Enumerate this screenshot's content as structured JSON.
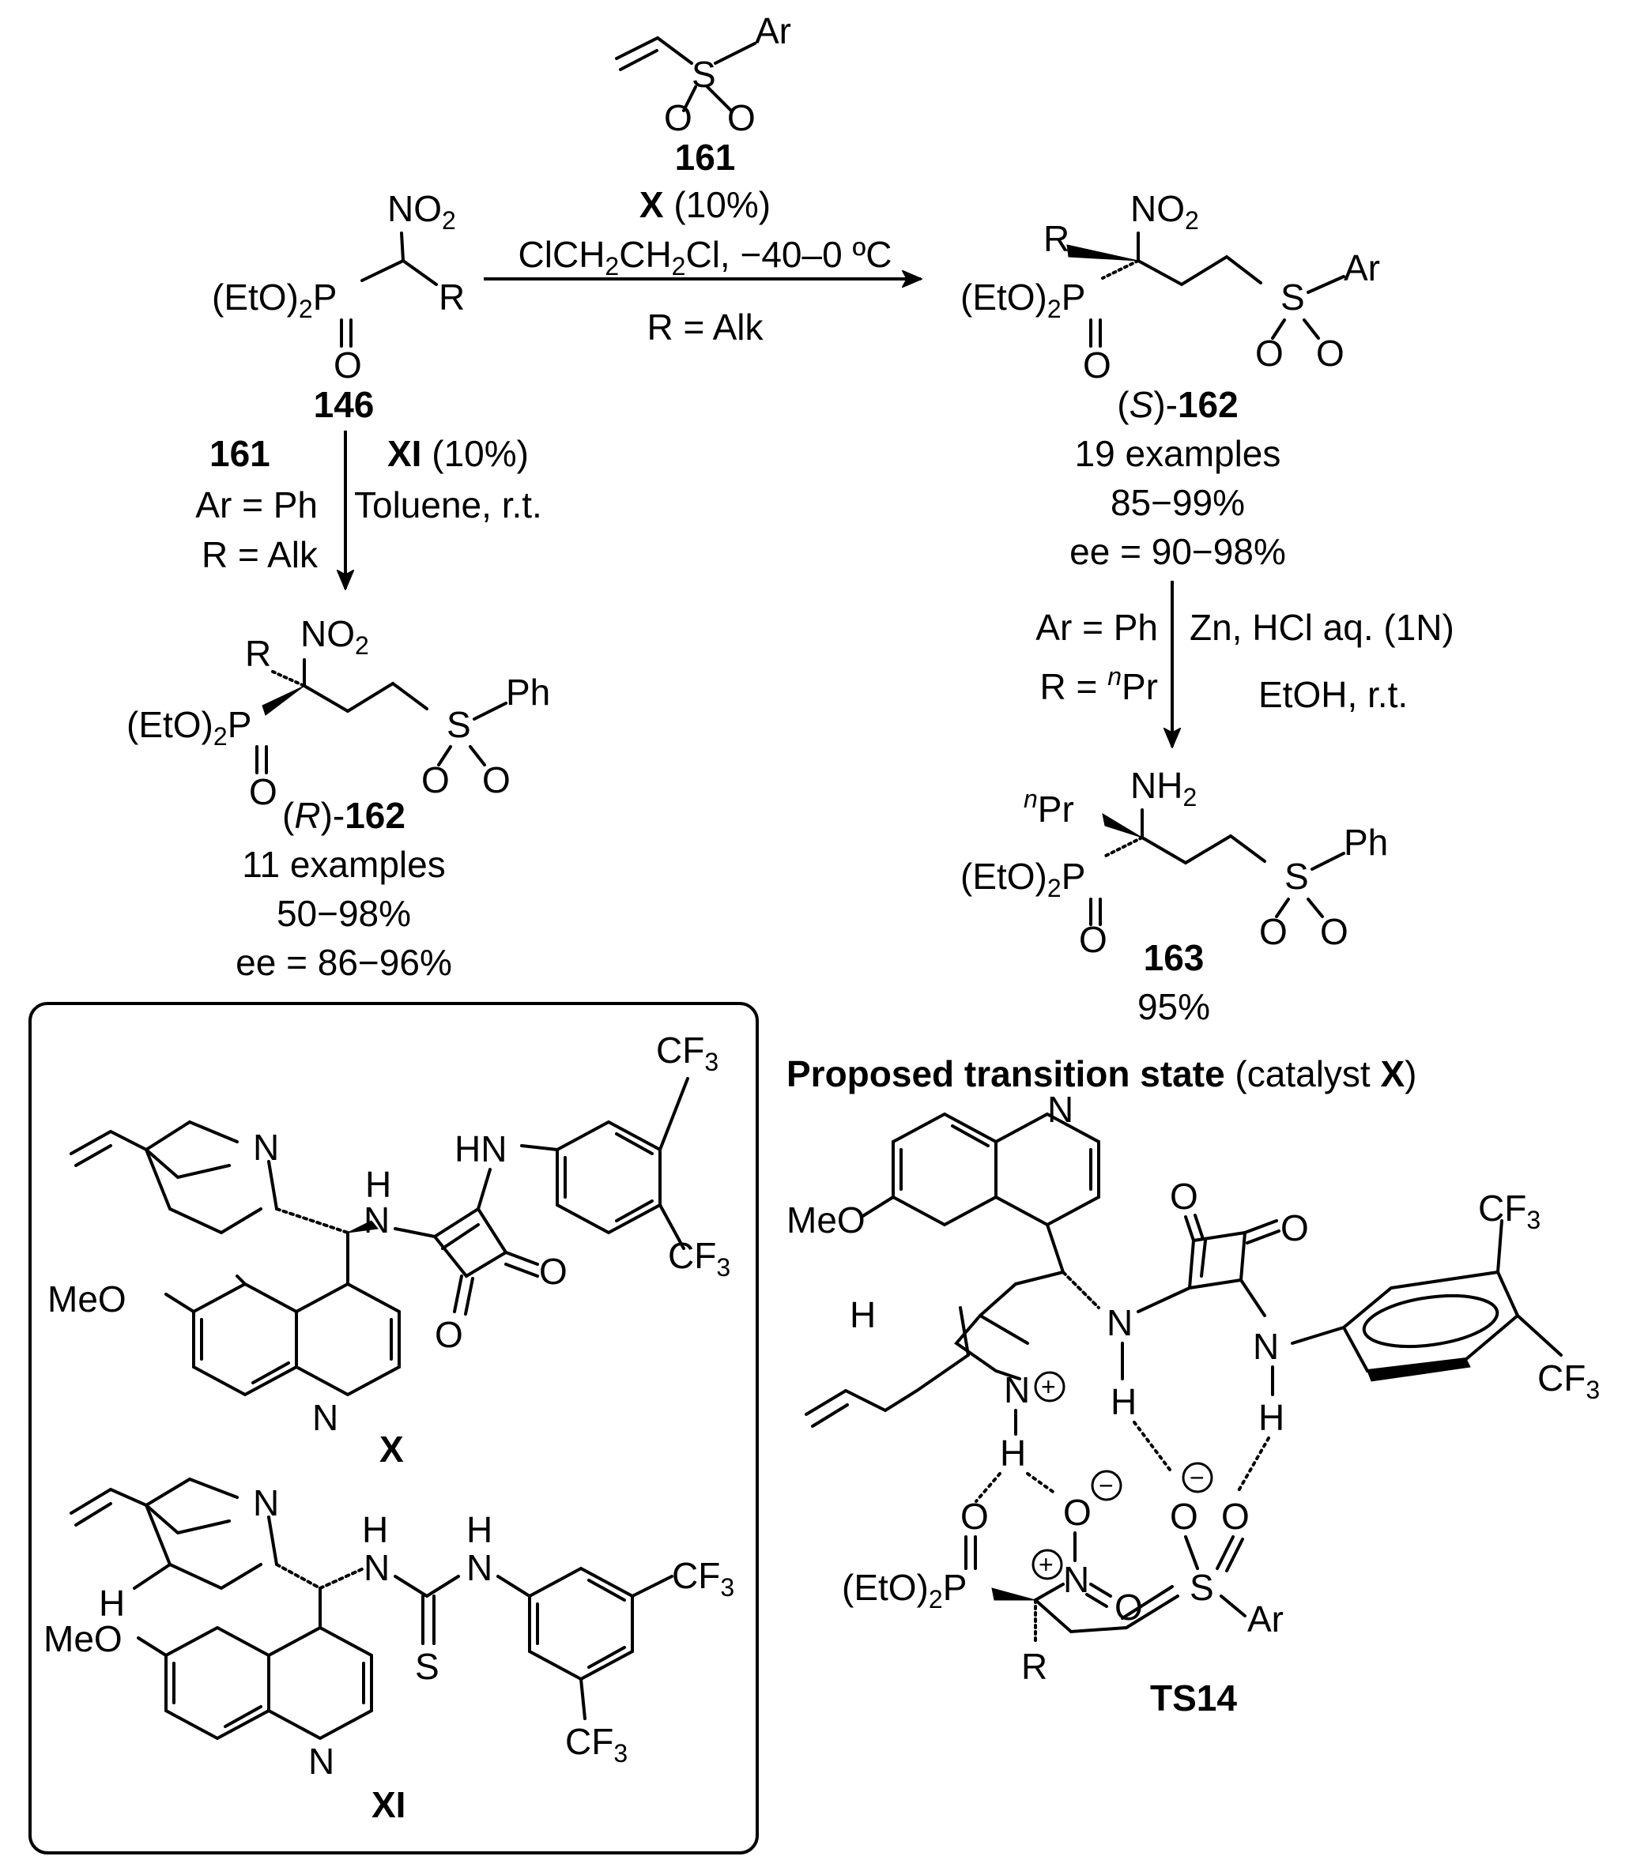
{
  "reagent_161": {
    "aryl": "Ar",
    "sulfur": "S",
    "oxygen": "O",
    "label": "161"
  },
  "top_arrow": {
    "catalyst": "X",
    "catalyst_loading": "(10%)",
    "solvent": "ClCH",
    "solvent_sub1": "2",
    "solvent_mid": "CH",
    "solvent_sub2": "2",
    "solvent_end": "Cl, −40–0 ºC",
    "condition": "R = Alk"
  },
  "compound_146": {
    "nitro": "NO",
    "nitro_sub": "2",
    "phosphonate": "(EtO)",
    "phosphonate_sub": "2",
    "phosphonate_p": "P",
    "r_group": "R",
    "oxygen": "O",
    "label": "146"
  },
  "left_arrow": {
    "reagent": "161",
    "ar_condition": "Ar = Ph",
    "r_condition": "R = Alk",
    "catalyst": "XI",
    "catalyst_loading": "(10%)",
    "solvent": "Toluene, r.t."
  },
  "product_S162": {
    "nitro": "NO",
    "nitro_sub": "2",
    "r_group": "R",
    "phosphonate": "(EtO)",
    "phosphonate_sub": "2",
    "phosphonate_p": "P",
    "oxygen": "O",
    "sulfur": "S",
    "aryl": "Ar",
    "label_stereo": "S",
    "label": "162",
    "examples": "19 examples",
    "yield": "85−99%",
    "ee": "ee = 90−98%"
  },
  "right_arrow": {
    "ar_condition": "Ar = Ph",
    "r_prefix": "R = ",
    "r_sup": "n",
    "r_suffix": "Pr",
    "reagent": "Zn, HCl aq. (1N)",
    "solvent": "EtOH, r.t."
  },
  "product_R162": {
    "nitro": "NO",
    "nitro_sub": "2",
    "r_group": "R",
    "phosphonate": "(EtO)",
    "phosphonate_sub": "2",
    "phosphonate_p": "P",
    "oxygen": "O",
    "sulfur": "S",
    "aryl": "Ph",
    "label_stereo": "R",
    "label": "162",
    "examples": "11 examples",
    "yield": "50−98%",
    "ee": "ee = 86−96%"
  },
  "product_163": {
    "amine": "NH",
    "amine_sub": "2",
    "propyl_sup": "n",
    "propyl": "Pr",
    "phosphonate": "(EtO)",
    "phosphonate_sub": "2",
    "phosphonate_p": "P",
    "oxygen": "O",
    "sulfur": "S",
    "aryl": "Ph",
    "label": "163",
    "yield": "95%"
  },
  "catalyst_X": {
    "label": "X",
    "n_quinuclidine": "N",
    "nh": "N",
    "h": "H",
    "hn": "HN",
    "cf3": "CF",
    "cf3_sub": "3",
    "oxygen": "O",
    "methoxy": "MeO",
    "n_quinoline": "N"
  },
  "catalyst_XI": {
    "label": "XI",
    "n_quinuclidine": "N",
    "h_bridge": "H",
    "nh": "N",
    "h": "H",
    "sulfur": "S",
    "cf3": "CF",
    "cf3_sub": "3",
    "methoxy": "MeO",
    "n_quinoline": "N"
  },
  "transition_state": {
    "heading_bold": "Proposed transition state",
    "heading_plain": " (catalyst ",
    "heading_catalyst": "X",
    "heading_close": ")",
    "n_quinoline": "N",
    "methoxy": "MeO",
    "oxygen": "O",
    "cf3": "CF",
    "cf3_sub": "3",
    "h": "H",
    "n": "N",
    "plus": "+",
    "minus": "−",
    "phosphonate": "(EtO)",
    "phosphonate_sub": "2",
    "phosphonate_p": "P",
    "sulfur": "S",
    "aryl": "Ar",
    "r_group": "R",
    "label": "TS14"
  }
}
